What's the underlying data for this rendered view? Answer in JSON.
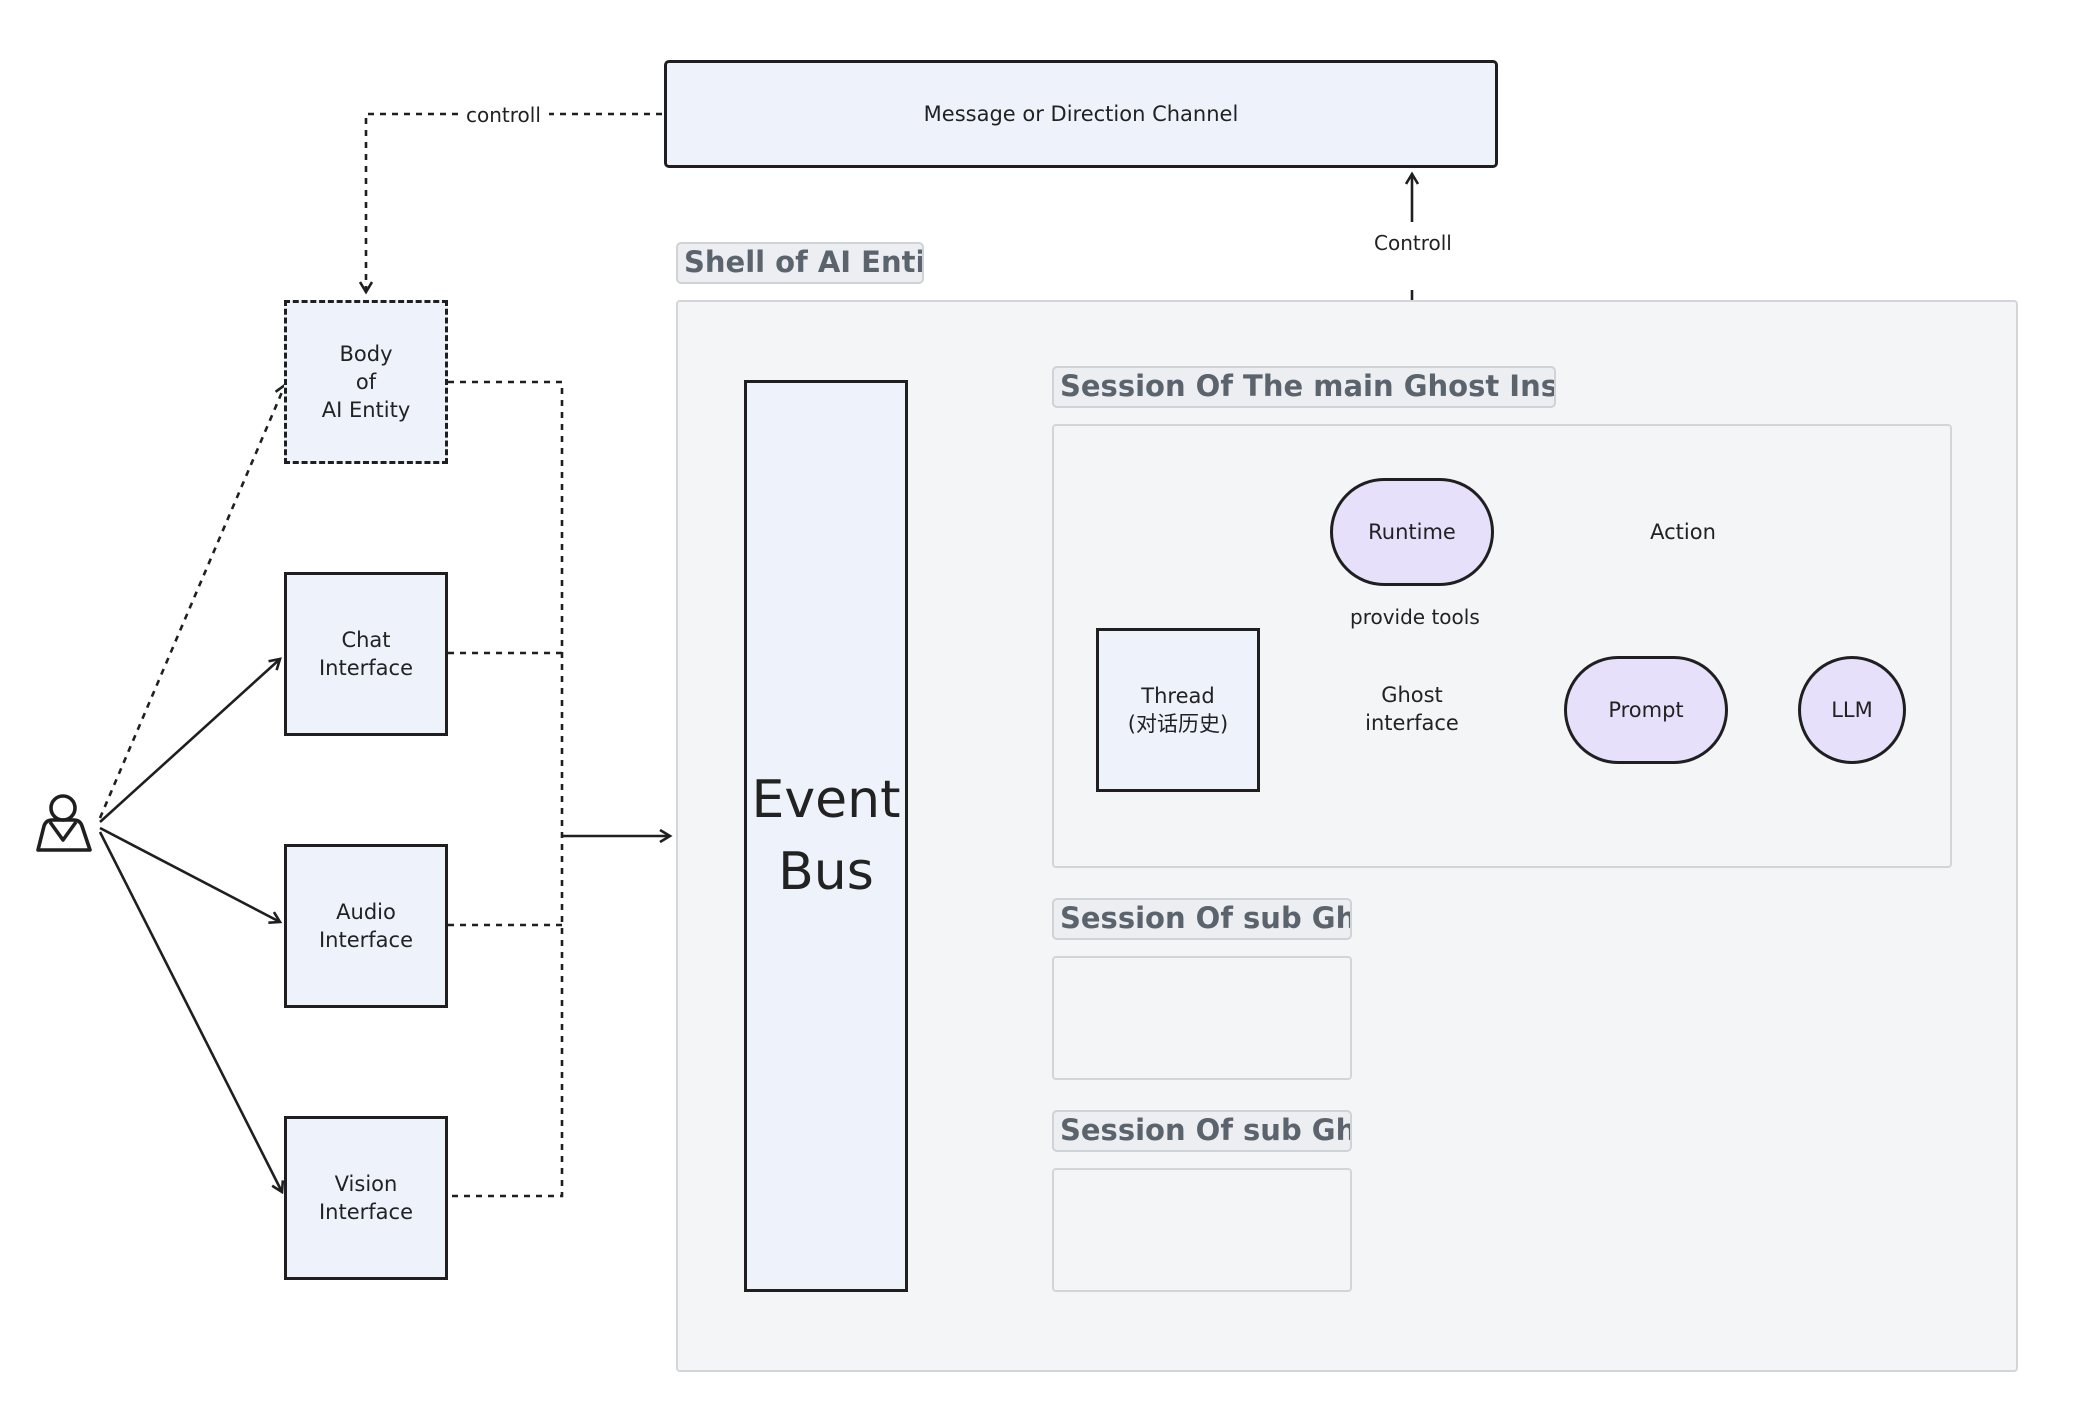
{
  "title_channel": "Message or Direction Channel",
  "labels": {
    "controll_top": "controll",
    "controll_runtime": "Controll",
    "provide_tools": "provide tools"
  },
  "shell": {
    "title": "Shell of  AI Entity",
    "event_bus": "Event\nBus"
  },
  "left_column": {
    "body": "Body\nof\nAI Entity",
    "chat": "Chat\nInterface",
    "audio": "Audio\nInterface",
    "vision": "Vision\nInterface"
  },
  "sessions": {
    "main_title": "Session Of The main Ghost Instance",
    "sub1_title": "Session Of  sub Gh...",
    "sub2_title": "Session Of sub Gh..."
  },
  "nodes": {
    "runtime": "Runtime",
    "action": "Action",
    "thread": "Thread\n(对话历史)",
    "ghost_interface": "Ghost\ninterface",
    "prompt": "Prompt",
    "llm": "LLM"
  },
  "icons": {
    "user": "user-icon"
  },
  "colors": {
    "box_fill": "#eef3fb",
    "purple_fill": "#e7e0fb",
    "green_fill": "#dff3e4",
    "container_fill": "#f4f5f7"
  }
}
